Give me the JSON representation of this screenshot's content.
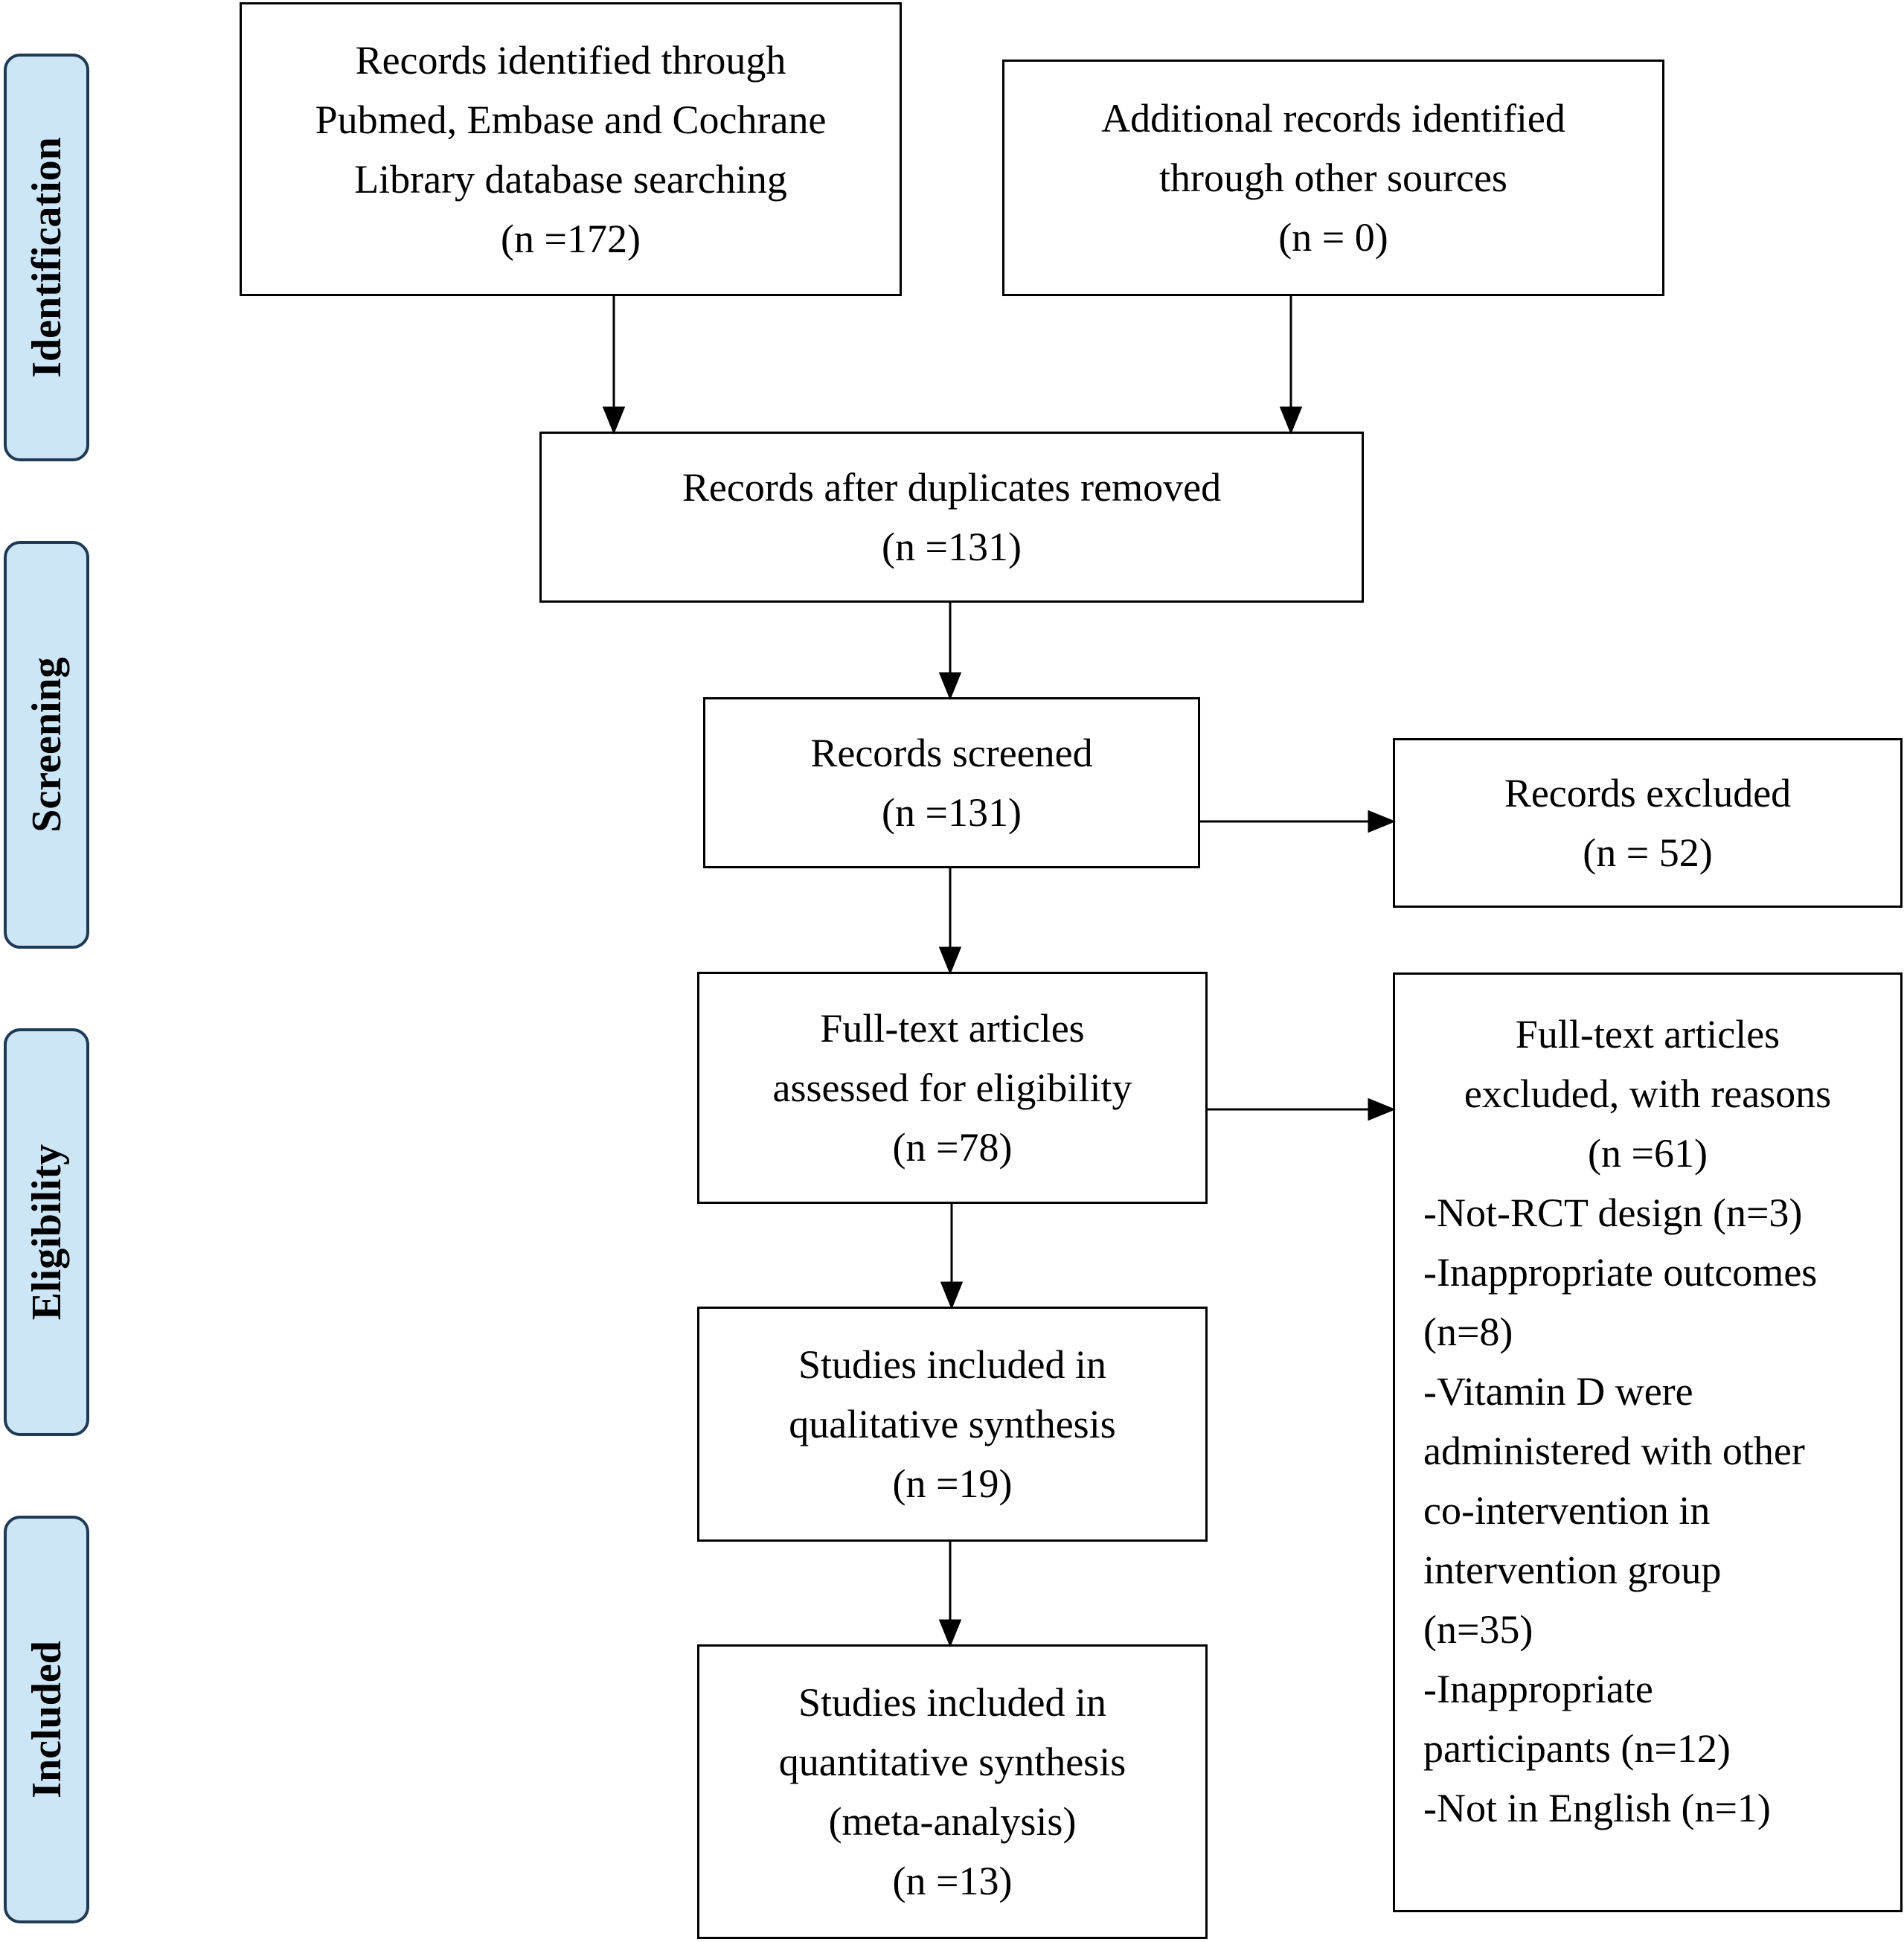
{
  "stages": [
    {
      "id": "identification",
      "label": "Identification"
    },
    {
      "id": "screening",
      "label": "Screening"
    },
    {
      "id": "eligibility",
      "label": "Eligibility"
    },
    {
      "id": "included",
      "label": "Included"
    }
  ],
  "boxes": {
    "database_records": [
      "Records identified through",
      "Pubmed, Embase and Cochrane",
      "Library database searching",
      "(n =172)"
    ],
    "other_records": [
      "Additional records identified",
      "through other sources",
      "(n = 0)"
    ],
    "after_duplicates": [
      "Records after duplicates removed",
      "(n =131)"
    ],
    "screened": [
      "Records screened",
      "(n =131)"
    ],
    "excluded": [
      "Records excluded",
      "(n = 52)"
    ],
    "fulltext_assessed": [
      "Full-text articles",
      "assessed for eligibility",
      "(n =78)"
    ],
    "qualitative": [
      "Studies included in",
      "qualitative synthesis",
      "(n =19)"
    ],
    "quantitative": [
      "Studies included in",
      "quantitative synthesis",
      "(meta-analysis)",
      "(n =13)"
    ],
    "fulltext_excluded": {
      "header": [
        "Full-text articles",
        "excluded, with reasons",
        "(n =61)"
      ],
      "reasons": [
        "-Not-RCT design (n=3)",
        "-Inappropriate outcomes",
        "(n=8)",
        "-Vitamin D were",
        "administered with other",
        "co-intervention in",
        "intervention group",
        "(n=35)",
        "-Inappropriate",
        "participants (n=12)",
        "-Not in English (n=1)"
      ]
    }
  }
}
